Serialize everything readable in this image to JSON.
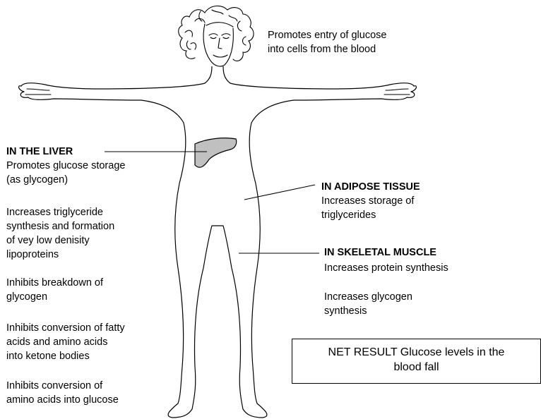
{
  "top_note": {
    "line1": "Promotes entry of glucose",
    "line2": "into cells from the blood"
  },
  "liver": {
    "heading": "IN THE LIVER",
    "effects": [
      [
        "Promotes glucose storage",
        "(as glycogen)"
      ],
      [
        "Increases triglyceride",
        "synthesis and formation",
        "of vey low denisity",
        "lipoproteins"
      ],
      [
        "Inhibits breakdown of",
        "glycogen"
      ],
      [
        "Inhibits conversion of fatty",
        "acids and amino acids",
        "into ketone bodies"
      ],
      [
        "Inhibits conversion of",
        "amino acids into glucose"
      ]
    ]
  },
  "adipose": {
    "heading": "IN ADIPOSE TISSUE",
    "line1": "Increases storage of",
    "line2": "triglycerides"
  },
  "muscle": {
    "heading": "IN SKELETAL MUSCLE",
    "effect1": "Increases protein synthesis",
    "effect2_line1": "Increases glycogen",
    "effect2_line2": "synthesis"
  },
  "net_result": {
    "line1": "NET RESULT Glucose levels in the",
    "line2": "blood fall"
  },
  "colors": {
    "liver_fill": "#c0c0c0",
    "outline": "#000000"
  }
}
